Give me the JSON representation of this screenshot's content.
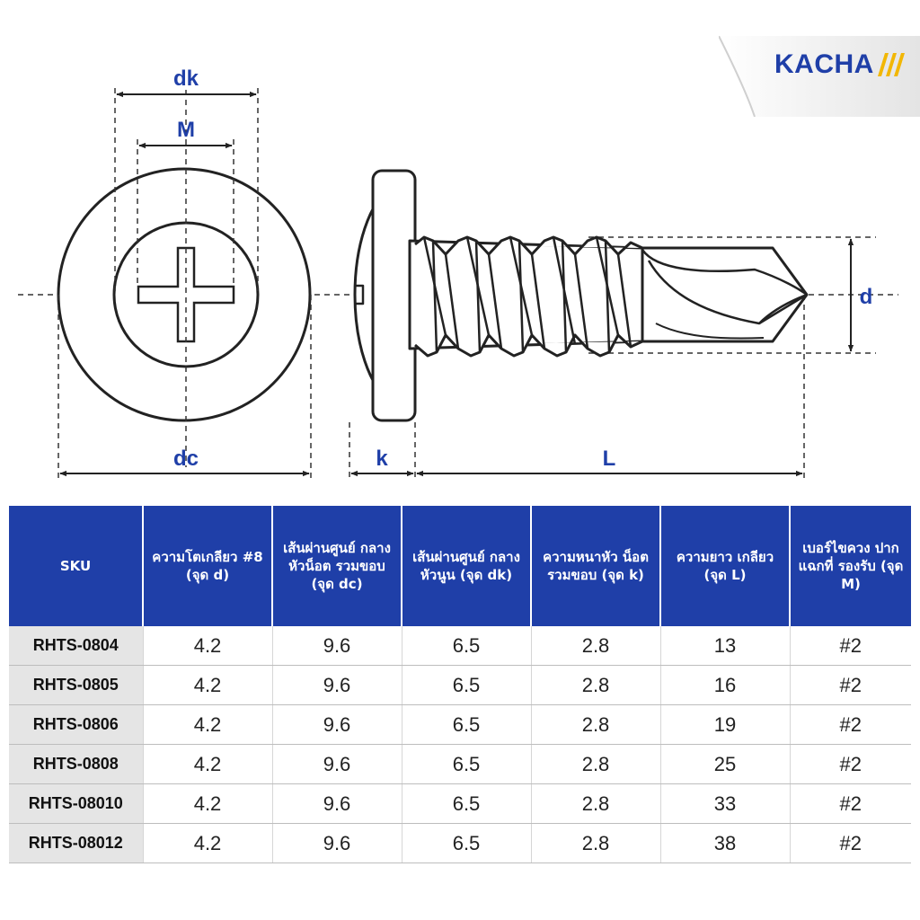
{
  "brand": {
    "name": "KACHA",
    "primary_color": "#1f3fa8",
    "accent_color": "#f2b705"
  },
  "dimension_labels": {
    "dk": "dk",
    "m": "M",
    "dc": "dc",
    "k": "k",
    "l": "L",
    "d": "d"
  },
  "table": {
    "headers": [
      "SKU",
      "ความโตเกลียว #8 (จุด d)",
      "เส้นผ่านศูนย์ กลางหัวน็อต รวมขอบ (จุด dc)",
      "เส้นผ่านศูนย์ กลางหัวนูน (จุด dk)",
      "ความหนาหัว น็อตรวมขอบ (จุด k)",
      "ความยาว เกลียว (จุด L)",
      "เบอร์ไขควง ปากแฉกที่ รองรับ (จุด M)"
    ],
    "rows": [
      [
        "RHTS-0804",
        "4.2",
        "9.6",
        "6.5",
        "2.8",
        "13",
        "#2"
      ],
      [
        "RHTS-0805",
        "4.2",
        "9.6",
        "6.5",
        "2.8",
        "16",
        "#2"
      ],
      [
        "RHTS-0806",
        "4.2",
        "9.6",
        "6.5",
        "2.8",
        "19",
        "#2"
      ],
      [
        "RHTS-0808",
        "4.2",
        "9.6",
        "6.5",
        "2.8",
        "25",
        "#2"
      ],
      [
        "RHTS-08010",
        "4.2",
        "9.6",
        "6.5",
        "2.8",
        "33",
        "#2"
      ],
      [
        "RHTS-08012",
        "4.2",
        "9.6",
        "6.5",
        "2.8",
        "38",
        "#2"
      ]
    ]
  }
}
